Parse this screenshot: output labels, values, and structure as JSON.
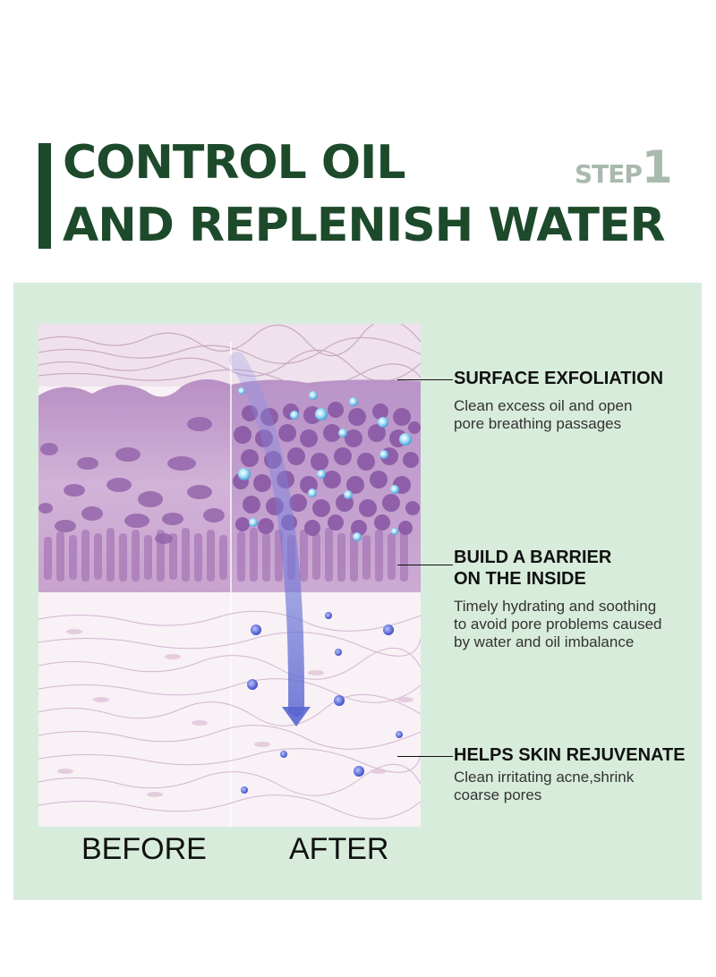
{
  "header": {
    "title_line1": "CONTROL OIL",
    "title_line2": "AND REPLENISH WATER",
    "step_word": "STEP",
    "step_number": "1"
  },
  "captions": {
    "before": "BEFORE",
    "after": "AFTER"
  },
  "features": [
    {
      "title_lines": [
        "SURFACE EXFOLIATION"
      ],
      "desc_lines": [
        "Clean excess oil and open",
        "pore breathing passages"
      ]
    },
    {
      "title_lines": [
        "BUILD A BARRIER",
        "ON THE INSIDE"
      ],
      "desc_lines": [
        "Timely hydrating and soothing",
        "to avoid pore problems caused",
        "by water and oil imbalance"
      ]
    },
    {
      "title_lines": [
        "HELPS SKIN REJUVENATE"
      ],
      "desc_lines": [
        "Clean irritating acne,shrink",
        "coarse pores"
      ]
    }
  ],
  "colors": {
    "title": "#1d4a2b",
    "step": "#a9b9ae",
    "panel": "#d8ecdc",
    "epidermis": "#c9a3cf",
    "cell": "#8e5fa6",
    "arrow": "#6a78d8"
  }
}
